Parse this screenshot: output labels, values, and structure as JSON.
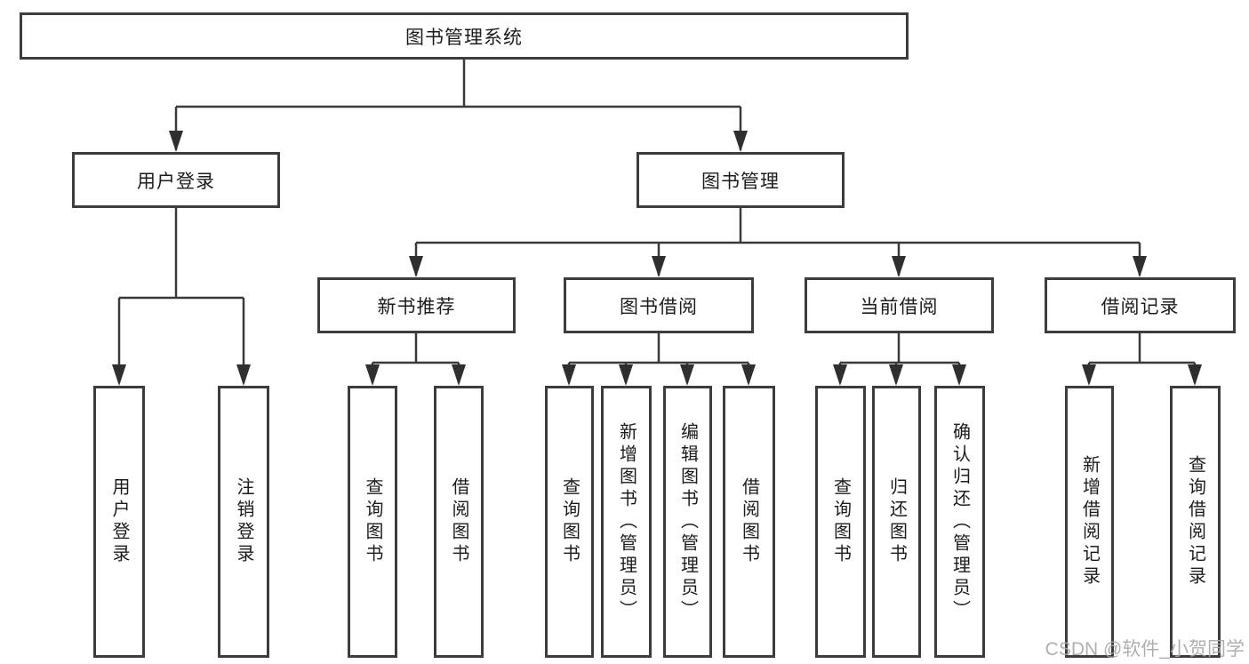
{
  "diagram": {
    "root": {
      "label": "图书管理系统"
    },
    "branches": [
      {
        "label": "用户登录",
        "children": [
          {
            "label": "用户登录"
          },
          {
            "label": "注销登录"
          }
        ]
      },
      {
        "label": "图书管理",
        "children": [
          {
            "label": "新书推荐",
            "children": [
              {
                "label": "查询图书"
              },
              {
                "label": "借阅图书"
              }
            ]
          },
          {
            "label": "图书借阅",
            "children": [
              {
                "label": "查询图书"
              },
              {
                "label": "新增图书（管理员）"
              },
              {
                "label": "编辑图书（管理员）"
              },
              {
                "label": "借阅图书"
              }
            ]
          },
          {
            "label": "当前借阅",
            "children": [
              {
                "label": "查询图书"
              },
              {
                "label": "归还图书"
              },
              {
                "label": "确认归还（管理员）"
              }
            ]
          },
          {
            "label": "借阅记录",
            "children": [
              {
                "label": "新增借阅记录"
              },
              {
                "label": "查询借阅记录"
              }
            ]
          }
        ]
      }
    ]
  },
  "watermark": "CSDN @软件_小贺同学",
  "colors": {
    "line": "#3a3a3c",
    "arrow": "#2f2f31",
    "border": "#3d3d40",
    "text": "#1c1c1e",
    "watermark": "#a8a8aa",
    "background": "#ffffff"
  }
}
